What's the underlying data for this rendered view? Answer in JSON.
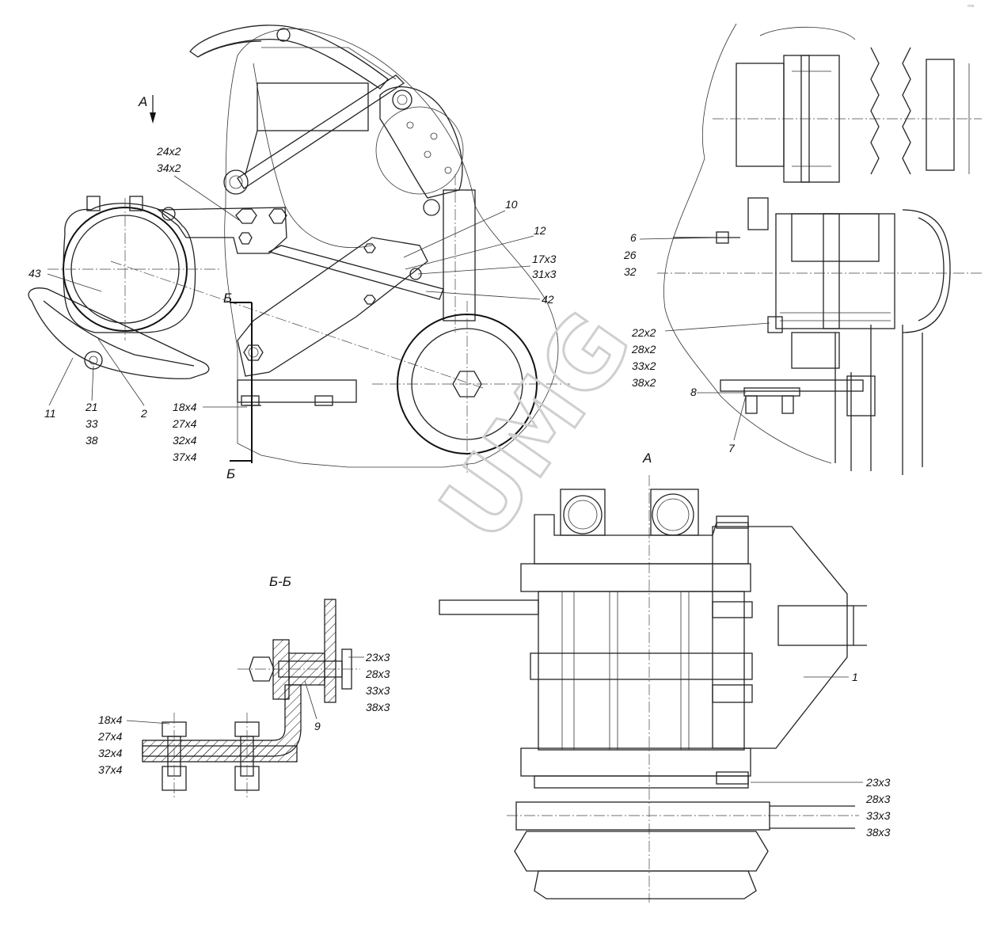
{
  "views": {
    "view_a_marker": "A",
    "section_marker": "Б",
    "section_title": "Б-Б",
    "view_a_title": "A"
  },
  "watermark": "UMG",
  "callouts": {
    "main_view": {
      "c24": "24x2",
      "c34": "34x2",
      "c10": "10",
      "c12": "12",
      "c17": "17x3",
      "c31": "31x3",
      "c42": "42",
      "c43": "43",
      "c11": "11",
      "c21": "21",
      "c33": "33",
      "c38": "38",
      "c2": "2",
      "c18": "18x4",
      "c27": "27x4",
      "c32": "32x4",
      "c37": "37x4"
    },
    "side_view": {
      "c6": "6",
      "c26": "26",
      "c32": "32",
      "c22": "22x2",
      "c28": "28x2",
      "c33": "33x2",
      "c38": "38x2",
      "c8": "8",
      "c7": "7"
    },
    "section_view": {
      "c23": "23x3",
      "c28": "28x3",
      "c33": "33x3",
      "c38": "38x3",
      "c9": "9",
      "c18": "18x4",
      "c27": "27x4",
      "c32": "32x4",
      "c37": "37x4"
    },
    "view_a": {
      "c1": "1",
      "c23": "23x3",
      "c28": "28x3",
      "c33": "33x3",
      "c38": "38x3"
    }
  },
  "corner_mark": "▫▫▫"
}
